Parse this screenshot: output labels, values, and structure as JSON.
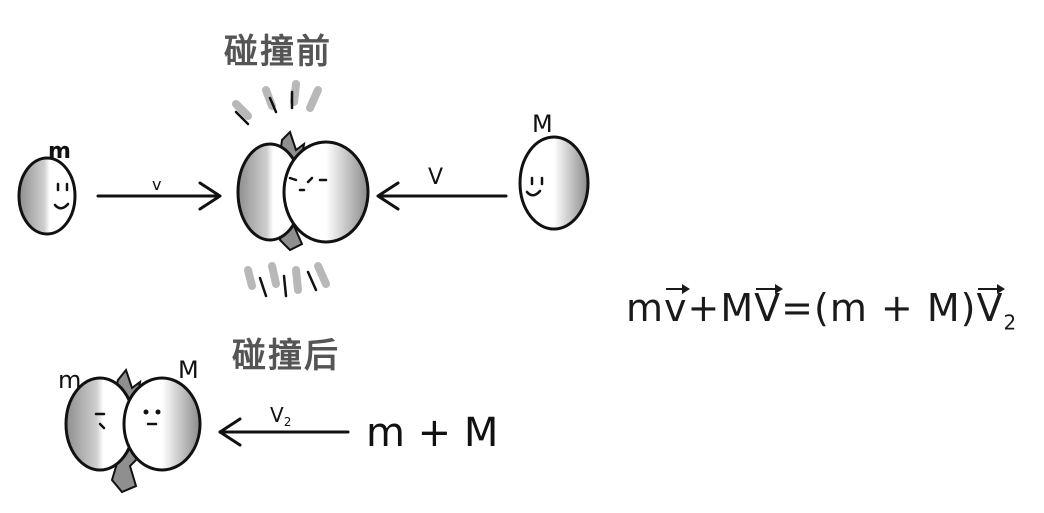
{
  "labels": {
    "before_collision": "碰撞前",
    "after_collision": "碰撞后"
  },
  "before": {
    "small_ball_label": "m",
    "small_velocity_label": "v",
    "big_ball_label": "M",
    "big_velocity_label": "V"
  },
  "after": {
    "small_ball_label": "m",
    "big_ball_label": "M",
    "velocity_label": "V",
    "velocity_subscript": "2",
    "combined_label": "m + M"
  },
  "equation": {
    "m": "m",
    "v": "v",
    "plus1": "+",
    "M": "M",
    "V": "V",
    "equals": "=",
    "open": "(m + M)",
    "V2": "V",
    "sub": "2"
  },
  "colors": {
    "ink": "#111111",
    "shade": "#9a9a9a",
    "label_grey": "#555555",
    "burst": "#b8b8b8"
  }
}
